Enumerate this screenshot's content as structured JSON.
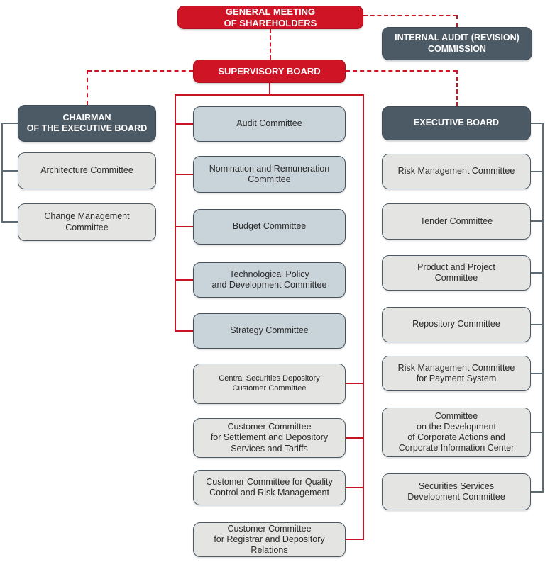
{
  "title": "Corporate governance structure chart",
  "colors": {
    "accent_red": "#cf1425",
    "slate": "#4c5a66",
    "committee_blue_gray": "#c9d3da",
    "committee_light_gray": "#e4e4e3",
    "connector_red": "#c41425",
    "connector_gray": "#5c6a74",
    "text_dark": "#2b2b2b"
  },
  "nodes": {
    "general_meeting": {
      "label": "GENERAL MEETING\nOF SHAREHOLDERS"
    },
    "internal_audit": {
      "label": "INTERNAL AUDIT (REVISION)\nCOMMISSION"
    },
    "supervisory_board": {
      "label": "SUPERVISORY BOARD"
    },
    "chairman": {
      "label": "CHAIRMAN\nOF THE EXECUTIVE BOARD"
    },
    "architecture": {
      "label": "Architecture Committee"
    },
    "change_management": {
      "label": "Change Management\nCommittee"
    },
    "audit_committee": {
      "label": "Audit Committee"
    },
    "nomination": {
      "label": "Nomination and Remuneration\nCommittee"
    },
    "budget": {
      "label": "Budget Committee"
    },
    "technological": {
      "label": "Technological Policy\nand Development Committee"
    },
    "strategy": {
      "label": "Strategy Committee"
    },
    "central_csd": {
      "label": "Central Securities Depository\nCustomer Committee"
    },
    "settlement": {
      "label": "Customer Committee\nfor Settlement and Depository\nServices and Tariffs"
    },
    "quality": {
      "label": "Customer Committee for Quality\nControl and Risk Management"
    },
    "registrar": {
      "label": "Customer Committee\nfor Registrar and Depository\nRelations"
    },
    "executive_board": {
      "label": "EXECUTIVE BOARD"
    },
    "risk_management": {
      "label": "Risk Management Committee"
    },
    "tender": {
      "label": "Tender Committee"
    },
    "product_project": {
      "label": "Product and Project\nCommittee"
    },
    "repository": {
      "label": "Repository Committee"
    },
    "risk_payment": {
      "label": "Risk Management Committee\nfor Payment System"
    },
    "committee_development": {
      "label": "Committee\non the Development\nof Corporate Actions and\nCorporate Information Center"
    },
    "securities_services": {
      "label": "Securities Services\nDevelopment Committee"
    }
  }
}
